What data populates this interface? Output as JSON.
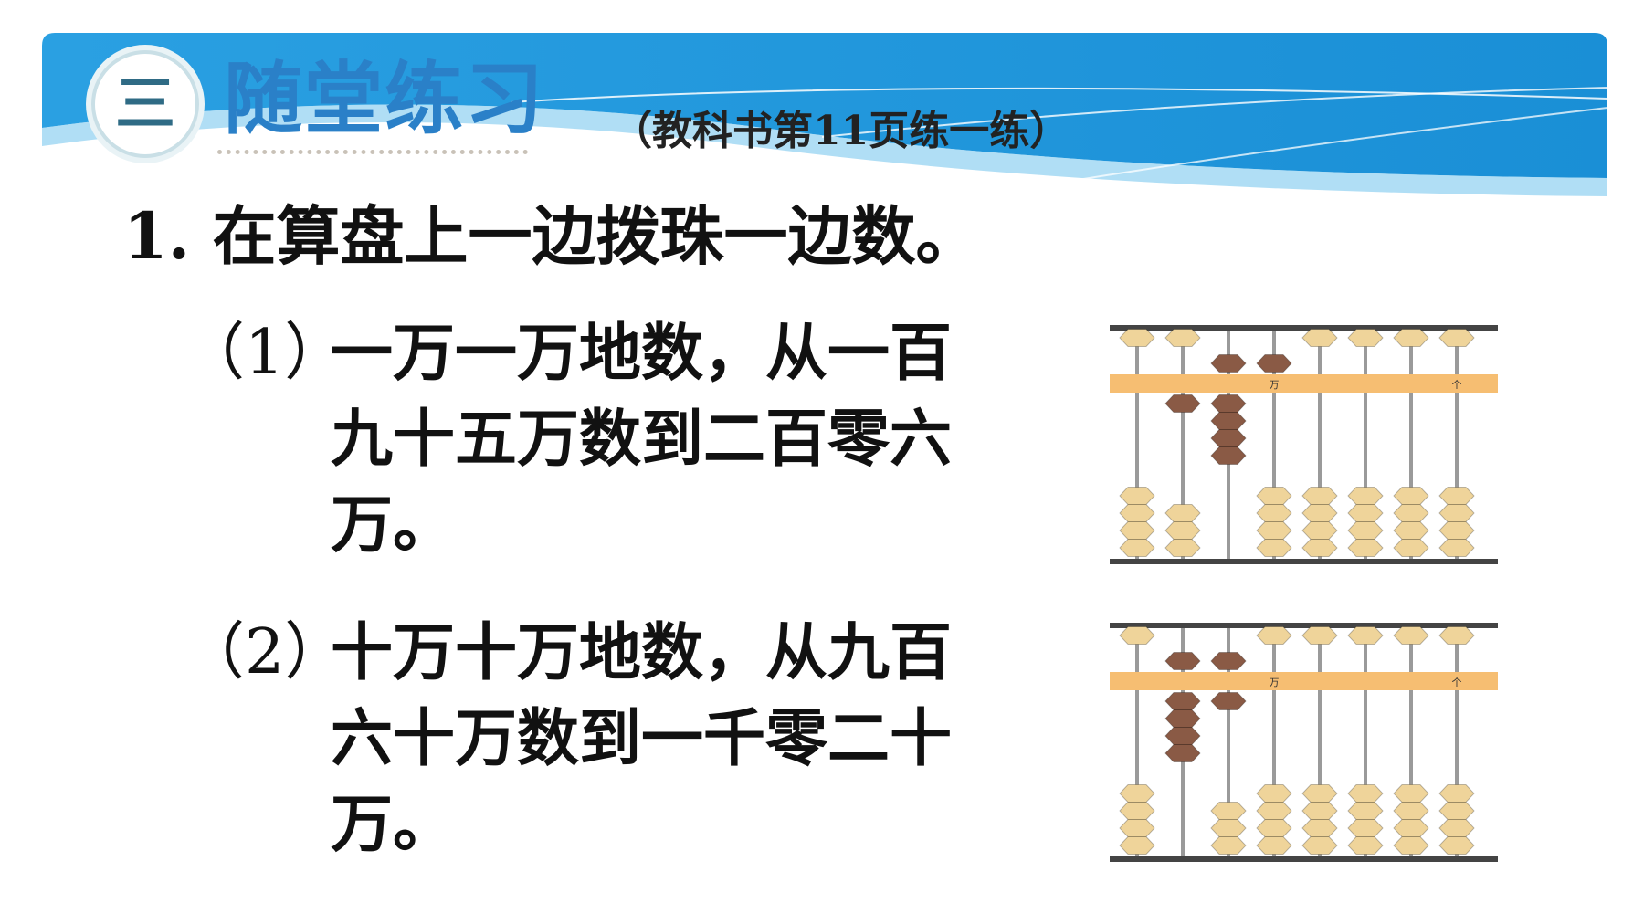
{
  "section": {
    "number": "三",
    "title": "随堂练习",
    "reference": "（教科书第11页练一练）"
  },
  "question": {
    "title": "1. 在算盘上一边拨珠一边数。",
    "parts": [
      {
        "label": "（1）",
        "text": "一万一万地数，从一百九十五万数到二百零六万。"
      },
      {
        "label": "（2）",
        "text": "十万十万地数，从九百六十万数到一千零二十万。"
      }
    ]
  },
  "abacus": [
    {
      "wan_label": "万",
      "ge_label": "个",
      "upper_active": [
        0,
        0,
        1,
        1,
        0,
        0,
        0,
        0
      ],
      "lower_active": [
        0,
        1,
        4,
        0,
        0,
        0,
        0,
        0
      ]
    },
    {
      "wan_label": "万",
      "ge_label": "个",
      "upper_active": [
        0,
        1,
        1,
        0,
        0,
        0,
        0,
        0
      ],
      "lower_active": [
        0,
        4,
        1,
        0,
        0,
        0,
        0,
        0
      ]
    }
  ],
  "colors": {
    "banner_blue": "#1f97dd",
    "title_blue": "#2a80c8",
    "beam": "#f6be72",
    "bead_light": "#efd49a",
    "bead_active": "#8a5a45"
  }
}
